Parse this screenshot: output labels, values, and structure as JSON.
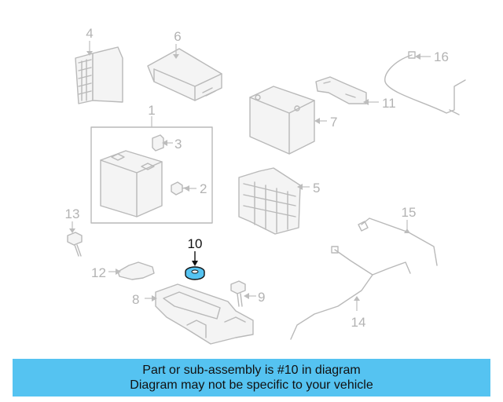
{
  "callouts": {
    "c1": "1",
    "c2": "2",
    "c3": "3",
    "c4": "4",
    "c5": "5",
    "c6": "6",
    "c7": "7",
    "c8": "8",
    "c9": "9",
    "c10": "10",
    "c11": "11",
    "c12": "12",
    "c13": "13",
    "c14": "14",
    "c15": "15",
    "c16": "16"
  },
  "banner": {
    "line1": "Part or sub-assembly is #10 in diagram",
    "line2": "Diagram may not be specific to your vehicle"
  },
  "colors": {
    "banner_bg": "#55c3f1",
    "highlight_part": "#55c3f1",
    "muted_lines": "#b9b9b9"
  }
}
